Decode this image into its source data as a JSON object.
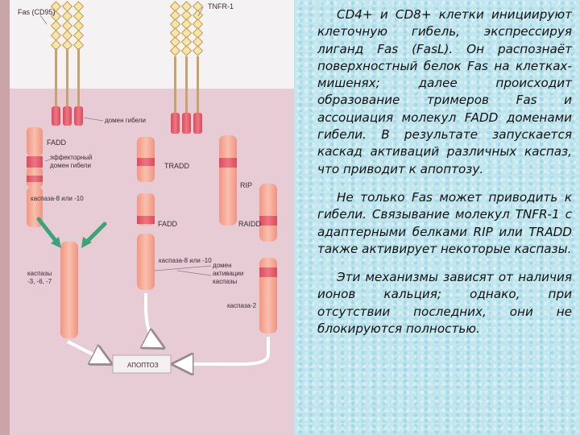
{
  "figure": {
    "labels": {
      "fas": "Fas (CD95)",
      "tnfr": "TNFR-1",
      "death_domain": "домен гибели",
      "fadd_1": "FADD",
      "effector_domain_line1": "эффекторный",
      "effector_domain_line2": "домен гибели",
      "caspase_8_10_a": "каспаза-8 или -10",
      "tradd": "TRADD",
      "rip": "RIP",
      "fadd_2": "FADD",
      "raidd": "RAIDD",
      "caspase_8_10_b": "каспаза-8 или -10",
      "caspases_line1": "каспазы",
      "caspases_line2": "-3, -6, -7",
      "activation_domains_line1": "домен",
      "activation_domains_line2": "активации",
      "activation_domains_line3": "каспазы",
      "caspase_2": "каспаза-2",
      "apoptosis": "АПОПТОЗ"
    }
  },
  "text": {
    "paragraph1": "CD4+ и CD8+ клетки инициируют клеточную гибель, экспрессируя лиганд Fas (FasL). Он распознаёт поверхностный белок Fas на клетках-мишенях; далее происходит образование тримеров Fas и ассоциация молекул FADD доменами гибели. В результате запускается каскад активаций различных каспаз, что приводит к апоптозу.",
    "paragraph2": "Не только Fas может приводить к гибели. Связывание молекул TNFR-1 с адаптерными белками RIP или TRADD также активирует некоторые каспазы.",
    "paragraph3": "Эти механизмы зависят от наличия ионов кальция; однако, при отсутствии последних, они не блокируются полностью."
  },
  "colors": {
    "membrane_top": "#f5f2f3",
    "cytoplasm": "#e7ccd6",
    "outer_strip": "#c9a4a9",
    "domain_dark": "#e35e6c",
    "protein": "#f4ab96",
    "diamond": "#f7e6a8",
    "arrow_green": "#3aa37a"
  }
}
